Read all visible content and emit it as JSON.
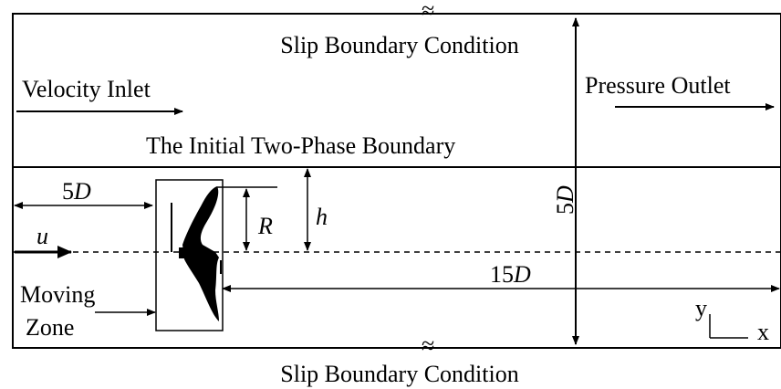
{
  "labels": {
    "top_boundary": "Slip Boundary Condition",
    "bottom_boundary": "Slip Boundary Condition",
    "inlet": "Velocity Inlet",
    "outlet": "Pressure Outlet",
    "interface": "The Initial Two-Phase Boundary",
    "moving_zone_line1": "Moving",
    "moving_zone_line2": "Zone",
    "inlet_distance_num": "5",
    "outlet_distance_num": "15",
    "height_num": "5",
    "diameter_symbol": "D",
    "velocity": "u",
    "radius": "R",
    "depth": "h",
    "axis_x": "x",
    "axis_y": "y",
    "break_mark": "≈"
  },
  "icons": {
    "flow_arrow": "right-arrow-icon",
    "break": "wavy-break-icon"
  }
}
